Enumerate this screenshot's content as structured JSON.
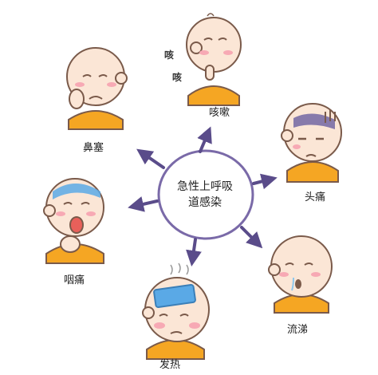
{
  "center": {
    "line1": "急性上呼吸",
    "line2": "道感染"
  },
  "symptoms": [
    {
      "key": "cough",
      "label": "咳嗽"
    },
    {
      "key": "nasal",
      "label": "鼻塞"
    },
    {
      "key": "headache",
      "label": "头痛"
    },
    {
      "key": "throat",
      "label": "咽痛"
    },
    {
      "key": "runny",
      "label": "流涕"
    },
    {
      "key": "fever",
      "label": "发热"
    }
  ],
  "cough_sound": [
    "咳",
    "咳"
  ],
  "colors": {
    "arrow": "#5a4c8a",
    "ring": "#7a6aa8",
    "skin": "#fbe6d6",
    "shirt": "#f5a623",
    "outline": "#7a5a4a",
    "blush": "#f7a9b4",
    "cold_patch": "#5aa9e6",
    "purple_tone": "#6a5fa0"
  }
}
